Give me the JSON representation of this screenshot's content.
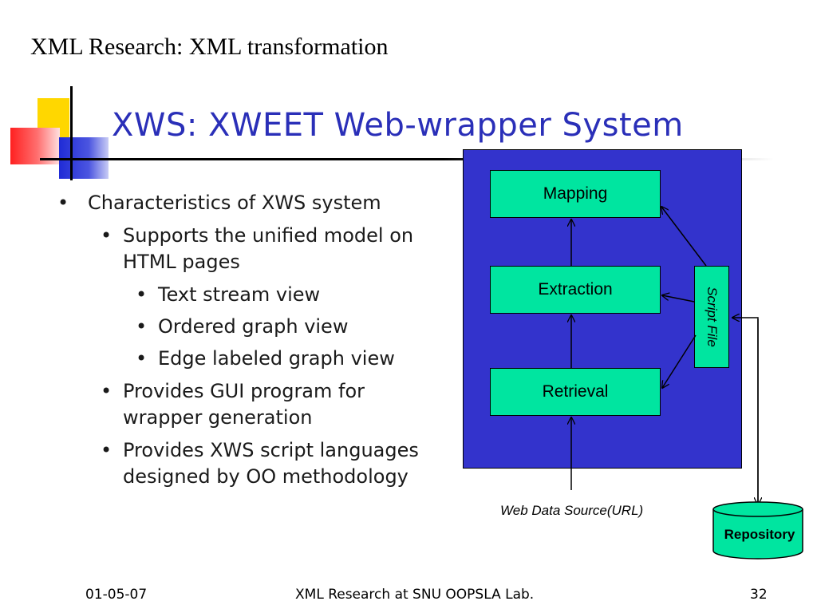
{
  "header": {
    "top_heading": "XML Research: XML transformation",
    "title": "XWS: XWEET Web-wrapper System"
  },
  "bullets": [
    {
      "level": 1,
      "text": "Characteristics of XWS system"
    },
    {
      "level": 2,
      "text": "Supports the unified model on HTML pages"
    },
    {
      "level": 3,
      "text": "Text stream view"
    },
    {
      "level": 3,
      "text": "Ordered graph view"
    },
    {
      "level": 3,
      "text": "Edge labeled graph view"
    },
    {
      "level": 2,
      "text": "Provides GUI program for wrapper generation"
    },
    {
      "level": 2,
      "text": "Provides XWS script languages designed by OO methodology"
    }
  ],
  "diagram": {
    "mapping": "Mapping",
    "extraction": "Extraction",
    "retrieval": "Retrieval",
    "script_file": "Script File",
    "source": "Web Data Source(URL)",
    "repository": "Repository"
  },
  "footer": {
    "date": "01-05-07",
    "center": "XML Research at SNU OOPSLA Lab.",
    "page": "32"
  },
  "colors": {
    "title": "#2a2fb8",
    "panel": "#3333cc",
    "box": "#00e5a0"
  }
}
